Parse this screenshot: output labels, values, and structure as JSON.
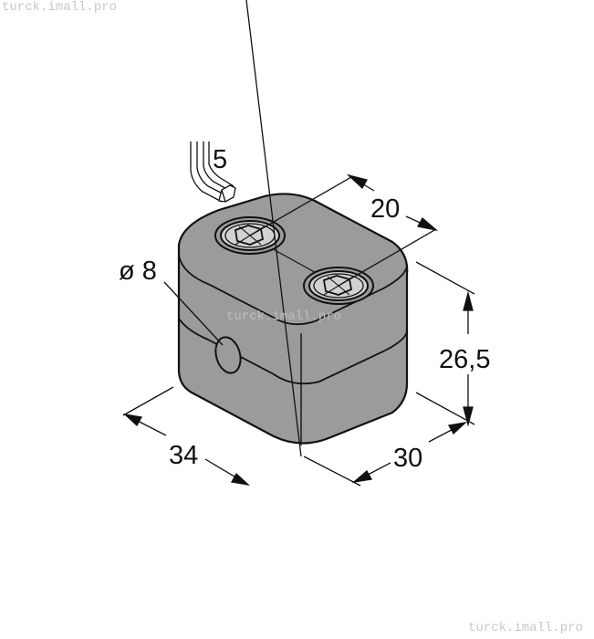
{
  "watermarks": {
    "top": "turck.imall.pro",
    "center": "turck.imall.pro",
    "bottom": "turck.imall.pro"
  },
  "drawing": {
    "subject": "mounting bracket / clamp block with two hex socket screws and Ø8 bore",
    "body_color": "#9b9b9b",
    "screw_face_color": "#d2d2d2",
    "line_color": "#111111"
  },
  "dimensions": {
    "hex_key": "5",
    "screw_spacing": "20",
    "bore_diameter": "ø 8",
    "height": "26,5",
    "width": "34",
    "depth": "30"
  }
}
